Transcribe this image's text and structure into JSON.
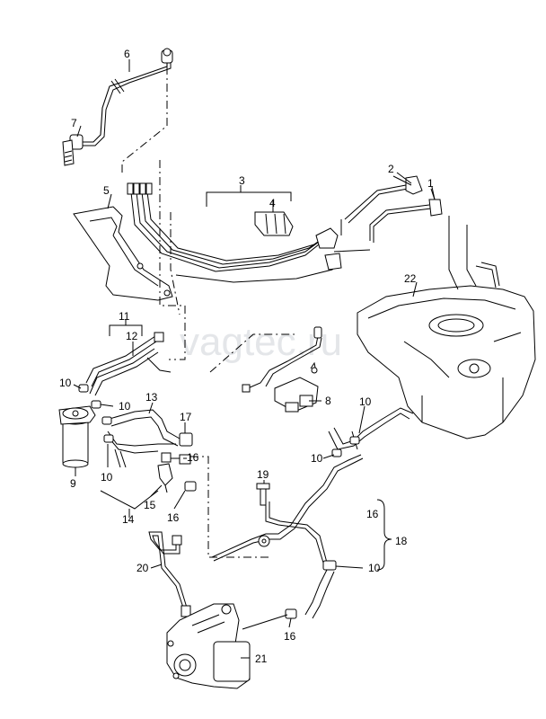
{
  "watermark": "vagtec.ru",
  "callouts": {
    "c1": "1",
    "c2": "2",
    "c3": "3",
    "c4": "4",
    "c5": "5",
    "c6": "6",
    "c7": "7",
    "c8": "8",
    "c9": "9",
    "c10a": "10",
    "c10b": "10",
    "c10c": "10",
    "c10d": "10",
    "c10e": "10",
    "c10f": "10",
    "c11": "11",
    "c12": "12",
    "c13": "13",
    "c14": "14",
    "c15": "15",
    "c16a": "16",
    "c16b": "16",
    "c16c": "16",
    "c16d": "16",
    "c17": "17",
    "c18": "18",
    "c19": "19",
    "c20": "20",
    "c21": "21",
    "c22": "22"
  }
}
